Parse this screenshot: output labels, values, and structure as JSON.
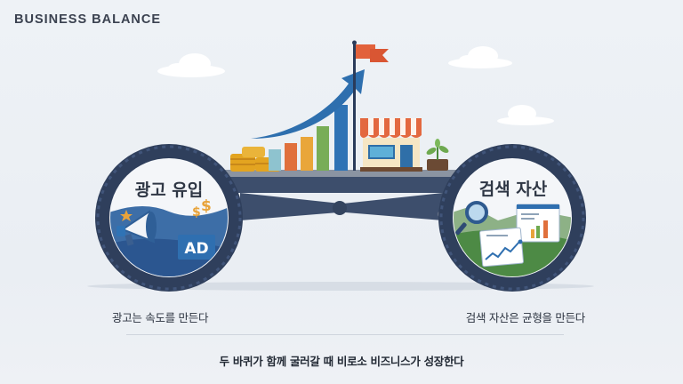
{
  "header": {
    "title": "BUSINESS BALANCE"
  },
  "illustration": {
    "left_wheel": {
      "label": "광고 유입",
      "badge": "AD",
      "icons": [
        "megaphone-icon",
        "dollar-sign-icon",
        "star-icon"
      ]
    },
    "right_wheel": {
      "label": "검색 자산",
      "icons": [
        "magnifier-icon",
        "report-chart-icon",
        "line-graph-icon"
      ]
    },
    "cart_items": [
      "coin-stack-icon",
      "bar-chart-icon",
      "growth-arrow-icon",
      "flag-icon",
      "storefront-icon",
      "plant-icon"
    ]
  },
  "captions": {
    "left": "광고는 속도를 만든다",
    "right": "검색 자산은 균형을 만든다"
  },
  "tagline": "두 바퀴가 함께 굴러갈 때 비로소 비즈니스가 성장한다",
  "colors": {
    "background": "#eef2f6",
    "tire": "#2f3f5c",
    "accent_blue": "#2f73b5",
    "accent_orange": "#e8673f",
    "coin_gold": "#e6a826",
    "green": "#5c9a4a"
  }
}
